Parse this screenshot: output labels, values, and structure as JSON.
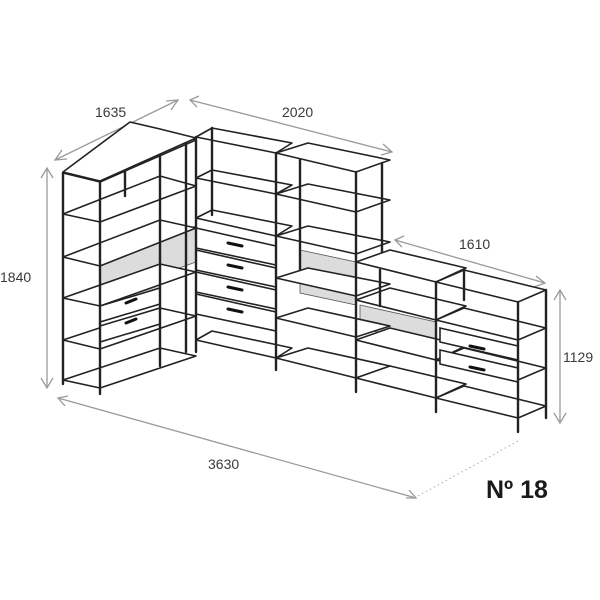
{
  "dimensions": {
    "left_depth": "1635",
    "top_width": "2020",
    "right_width": "1610",
    "total_height": "1840",
    "low_height": "1129",
    "overall_width": "3630"
  },
  "model_number": "Nº 18",
  "colors": {
    "dimension_line": "#9a9a9a",
    "frame": "#222222",
    "back_panel": "#dcdcdc"
  }
}
